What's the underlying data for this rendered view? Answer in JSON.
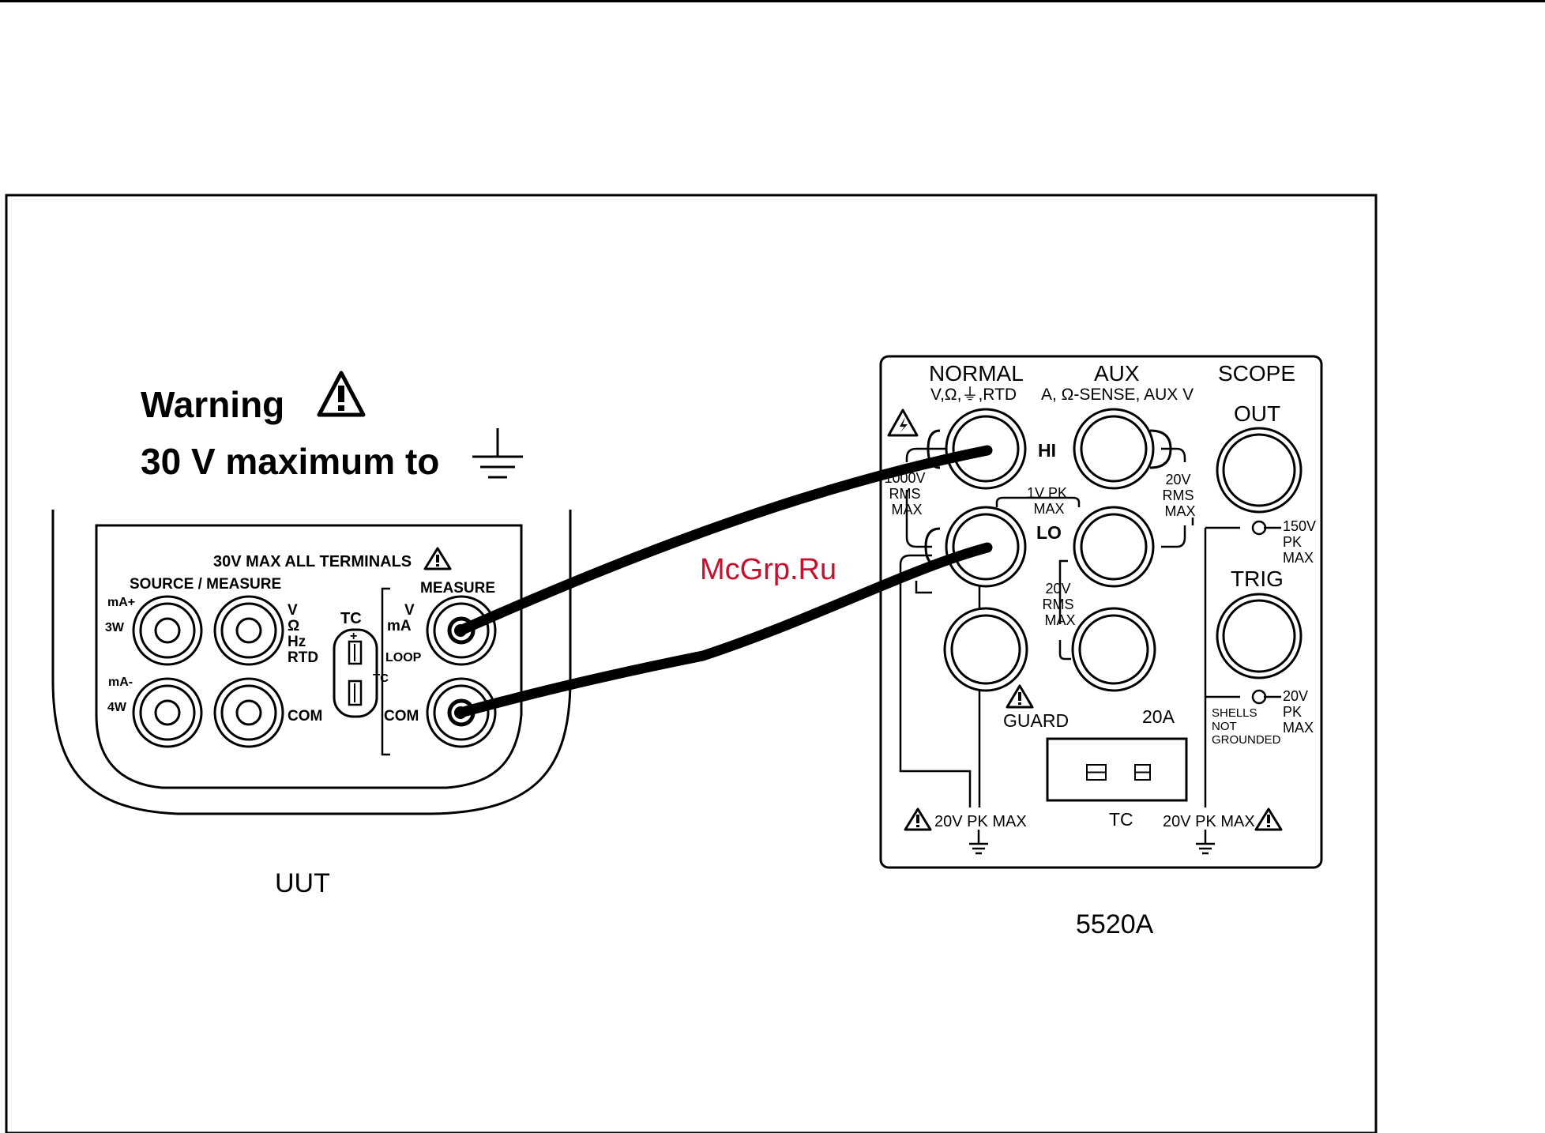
{
  "warning": {
    "word": "Warning",
    "line2": "30 V maximum to"
  },
  "uut": {
    "label": "UUT",
    "panel_title": "30V MAX ALL TERMINALS",
    "source_measure": "SOURCE / MEASURE",
    "measure": "MEASURE",
    "labels": {
      "ma_plus": "mA+",
      "w3": "3W",
      "ma_minus": "mA-",
      "w4": "4W",
      "v": "V",
      "ohm": "Ω",
      "hz": "Hz",
      "rtd": "RTD",
      "com_left": "COM",
      "tc": "TC",
      "tc_small": "TC",
      "plus": "+",
      "mv": "V",
      "ma": "mA",
      "loop": "LOOP",
      "com_right": "COM"
    }
  },
  "calibrator": {
    "label": "5520A",
    "headers": {
      "normal": "NORMAL",
      "normal_sub": "V,Ω,⏚,RTD",
      "aux": "AUX",
      "aux_sub": "A, Ω-SENSE, AUX V",
      "scope": "SCOPE",
      "out": "OUT",
      "trig": "TRIG"
    },
    "labels": {
      "hi": "HI",
      "lo": "LO",
      "lo_limit": [
        "1V PK",
        "MAX"
      ],
      "left_rms": [
        "1000V",
        "RMS",
        "MAX"
      ],
      "aux_hi_rms": [
        "20V",
        "RMS",
        "MAX"
      ],
      "aux_lo_rms": [
        "20V",
        "RMS",
        "MAX"
      ],
      "out_limit": [
        "150V",
        "PK",
        "MAX"
      ],
      "trig_limit": [
        "20V",
        "PK",
        "MAX"
      ],
      "shells": [
        "SHELLS",
        "NOT",
        "GROUNDED"
      ],
      "guard": "GUARD",
      "amp20": "20A",
      "tc": "TC",
      "pk_left": "20V PK MAX",
      "pk_right": "20V PK MAX"
    }
  },
  "watermark": "McGrp.Ru",
  "colors": {
    "ink": "#000000",
    "watermark": "#c8102e",
    "background": "#ffffff"
  }
}
